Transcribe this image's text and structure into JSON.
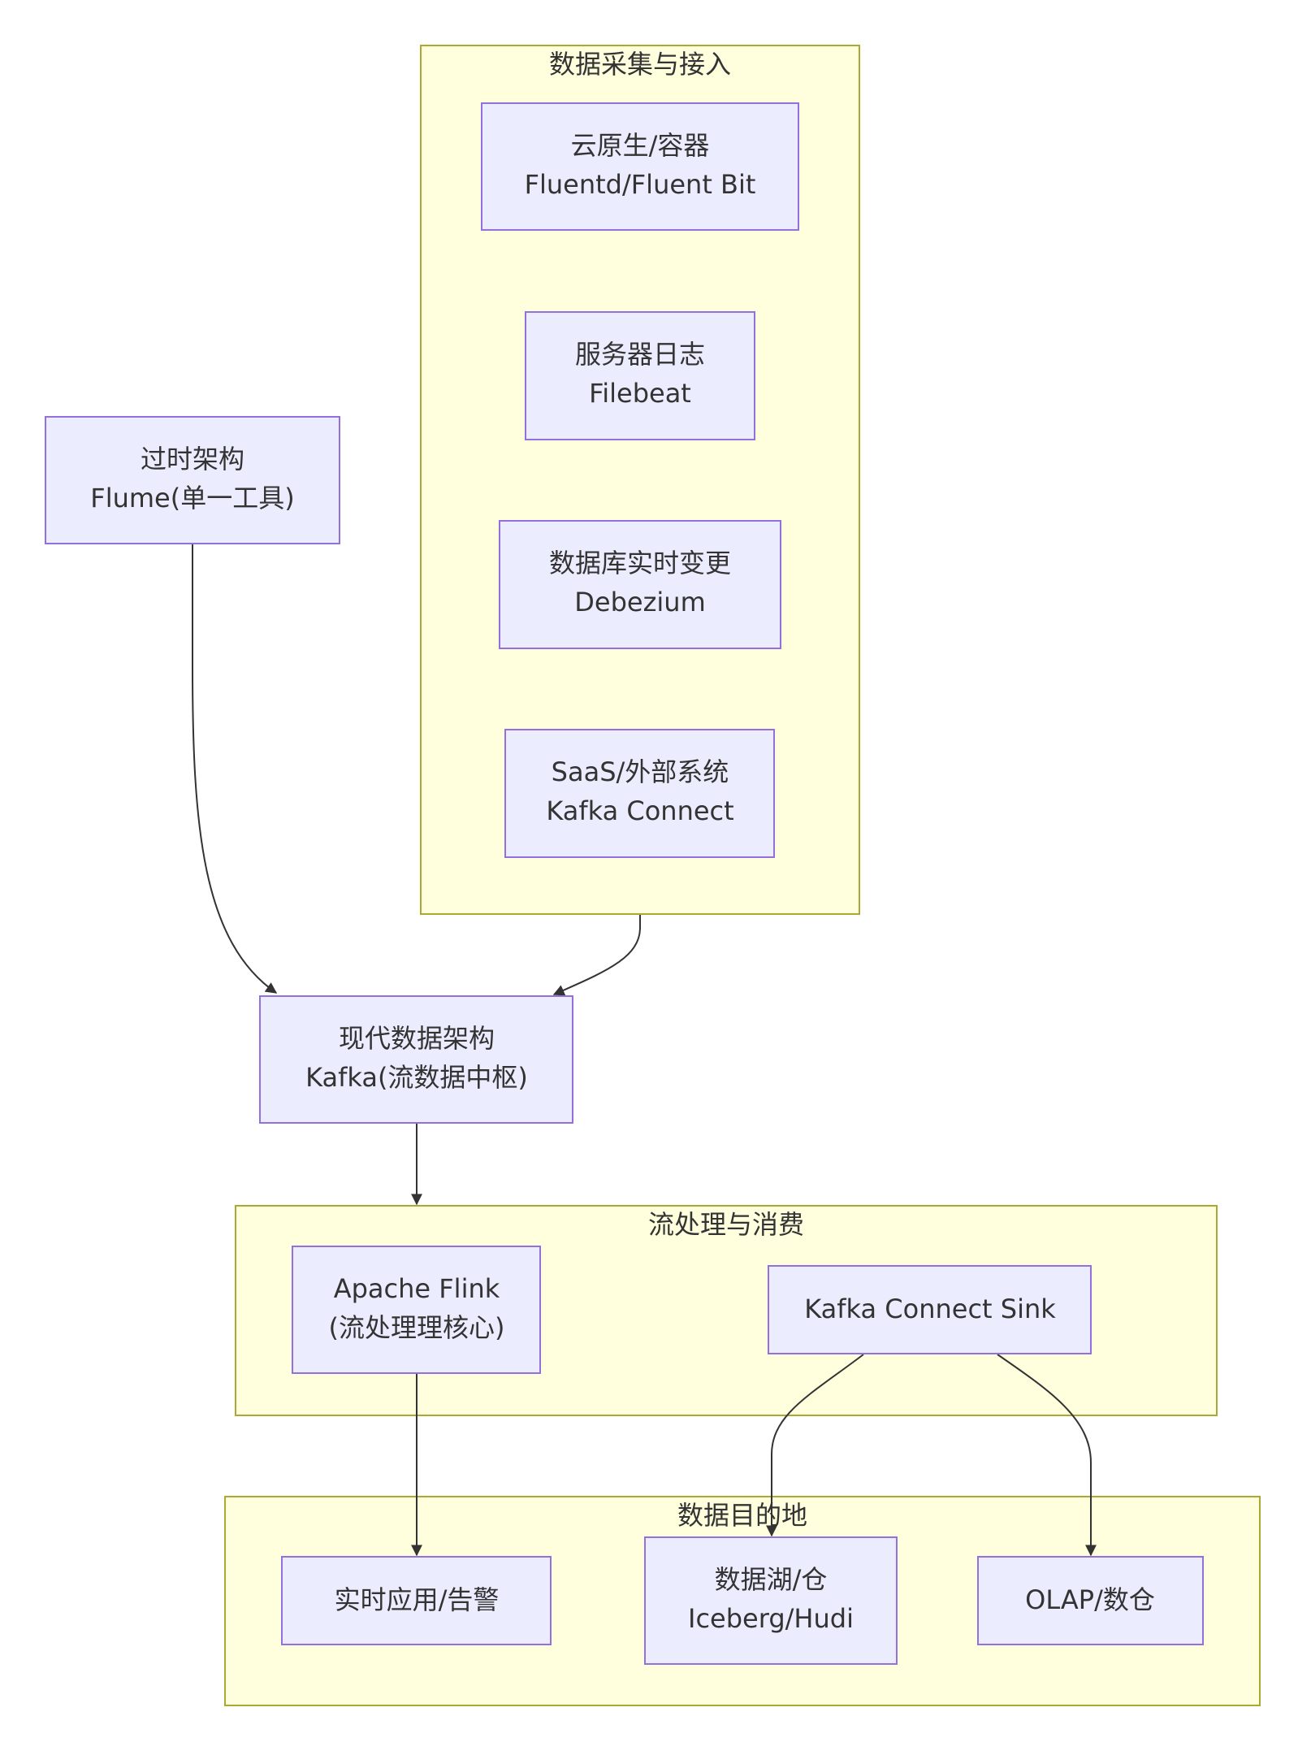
{
  "colors": {
    "cluster_fill": "#ffffde",
    "cluster_stroke": "#aaaa33",
    "node_fill": "#ececff",
    "node_stroke": "#9370db",
    "edge": "#333333",
    "text": "#333333"
  },
  "clusters": {
    "ingest": {
      "title": "数据采集与接入"
    },
    "processing": {
      "title": "流处理与消费"
    },
    "destinations": {
      "title": "数据目的地"
    }
  },
  "nodes": {
    "cloud_native": {
      "line1": "云原生/容器",
      "line2": "Fluentd/Fluent Bit"
    },
    "server_logs": {
      "line1": "服务器日志",
      "line2": "Filebeat"
    },
    "cdc": {
      "line1": "数据库实时变更",
      "line2": "Debezium"
    },
    "saas": {
      "line1": "SaaS/外部系统",
      "line2": "Kafka Connect"
    },
    "legacy": {
      "line1": "过时架构",
      "line2": "Flume(单一工具)"
    },
    "kafka": {
      "line1": "现代数据架构",
      "line2": "Kafka(流数据中枢)"
    },
    "flink": {
      "line1": "Apache Flink",
      "line2": "(流处理理核心)"
    },
    "connect_sink": {
      "line1": "Kafka Connect Sink"
    },
    "realtime": {
      "line1": "实时应用/告警"
    },
    "lake": {
      "line1": "数据湖/仓",
      "line2": "Iceberg/Hudi"
    },
    "olap": {
      "line1": "OLAP/数仓"
    }
  }
}
